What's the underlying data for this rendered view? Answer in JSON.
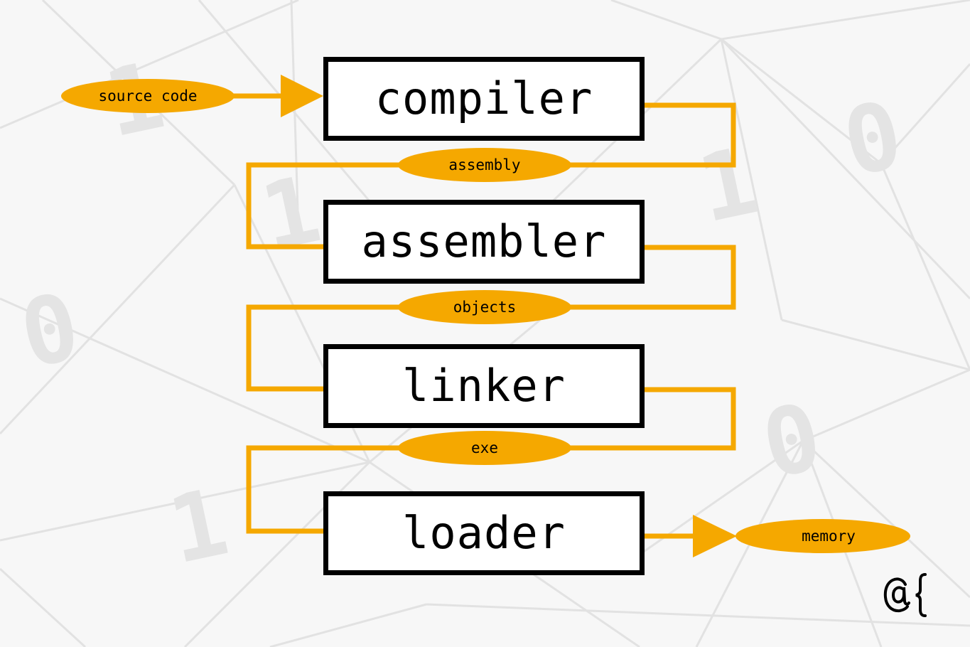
{
  "diagram": {
    "input_label": "source code",
    "output_label": "memory",
    "stages": [
      {
        "label": "compiler"
      },
      {
        "label": "assembler"
      },
      {
        "label": "linker"
      },
      {
        "label": "loader"
      }
    ],
    "intermediates": [
      {
        "label": "assembly"
      },
      {
        "label": "objects"
      },
      {
        "label": "exe"
      }
    ]
  },
  "colors": {
    "accent": "#f5a800",
    "box_border": "#000000",
    "box_fill": "#ffffff",
    "background": "#f7f7f7"
  },
  "brand": {
    "icon": "at-brace-logo"
  }
}
